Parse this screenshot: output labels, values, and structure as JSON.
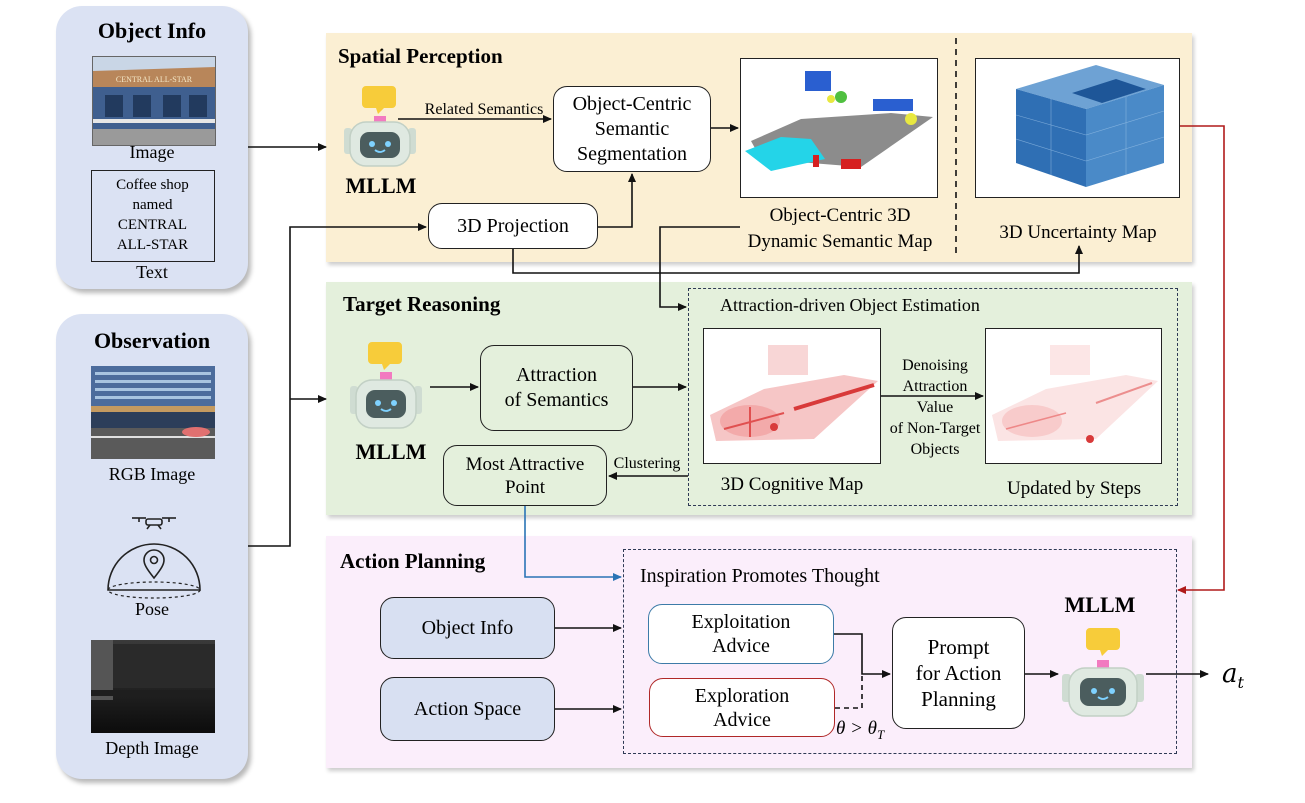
{
  "object_info": {
    "title": "Object Info",
    "image_label": "Image",
    "text_content": "Coffee shop named CENTRAL ALL-STAR",
    "text_lines": [
      "Coffee shop",
      "named",
      "CENTRAL",
      "ALL-STAR"
    ],
    "text_label": "Text",
    "storefront_sign": "CENTRAL ALL-STAR"
  },
  "observation": {
    "title": "Observation",
    "rgb_label": "RGB Image",
    "pose_label": "Pose",
    "depth_label": "Depth Image"
  },
  "spatial_perception": {
    "title": "Spatial Perception",
    "mllm_label": "MLLM",
    "related_semantics": "Related Semantics",
    "segmentation_box": "Object-Centric Semantic Segmentation",
    "segmentation_lines": [
      "Object-Centric",
      "Semantic",
      "Segmentation"
    ],
    "projection_box": "3D Projection",
    "semantic_map_caption": "Object-Centric 3D Dynamic Semantic Map",
    "semantic_map_lines": [
      "Object-Centric 3D",
      "Dynamic Semantic Map"
    ],
    "uncertainty_caption": "3D Uncertainty Map"
  },
  "target_reasoning": {
    "title": "Target Reasoning",
    "mllm_label": "MLLM",
    "attraction_box": "Attraction of Semantics",
    "attraction_lines": [
      "Attraction",
      "of Semantics"
    ],
    "estimation_title": "Attraction-driven Object Estimation",
    "cognitive_caption": "3D Cognitive Map",
    "denoise_label": "Denoising Attraction Value of Non-Target Objects",
    "denoise_lines": [
      "Denoising",
      "Attraction",
      "Value",
      "of Non-Target",
      "Objects"
    ],
    "updated_caption": "Updated by Steps",
    "clustering_label": "Clustering",
    "most_attractive_box": "Most Attractive Point",
    "most_attractive_lines": [
      "Most Attractive",
      "Point"
    ]
  },
  "action_planning": {
    "title": "Action Planning",
    "object_info_box": "Object Info",
    "action_space_box": "Action Space",
    "inspiration_title": "Inspiration Promotes Thought",
    "exploitation_box": "Exploitation Advice",
    "exploitation_lines": [
      "Exploitation",
      "Advice"
    ],
    "exploration_box": "Exploration Advice",
    "exploration_lines": [
      "Exploration",
      "Advice"
    ],
    "threshold_label": "θ > θ_T",
    "threshold_theta": "θ > θ",
    "threshold_sub": "T",
    "prompt_box": "Prompt for Action Planning",
    "prompt_lines": [
      "Prompt",
      "for Action",
      "Planning"
    ],
    "mllm_label": "MLLM",
    "output_label": "a_t",
    "output_main": "a",
    "output_sub": "t"
  },
  "colors": {
    "panel_bg": "#dbe2f3",
    "spatial_bg": "#fbefd3",
    "reasoning_bg": "#e4f0dc",
    "action_bg": "#fbeefb",
    "box_blue": "#d8e0f2",
    "box_green": "#e4f0dc",
    "exploitation_border": "#3d7ba8",
    "exploration_border": "#b02828",
    "red_arrow": "#b01a1a",
    "blue_arrow": "#2a74b6"
  },
  "icons": [
    "robot-icon",
    "drone-icon",
    "location-pin-icon"
  ]
}
